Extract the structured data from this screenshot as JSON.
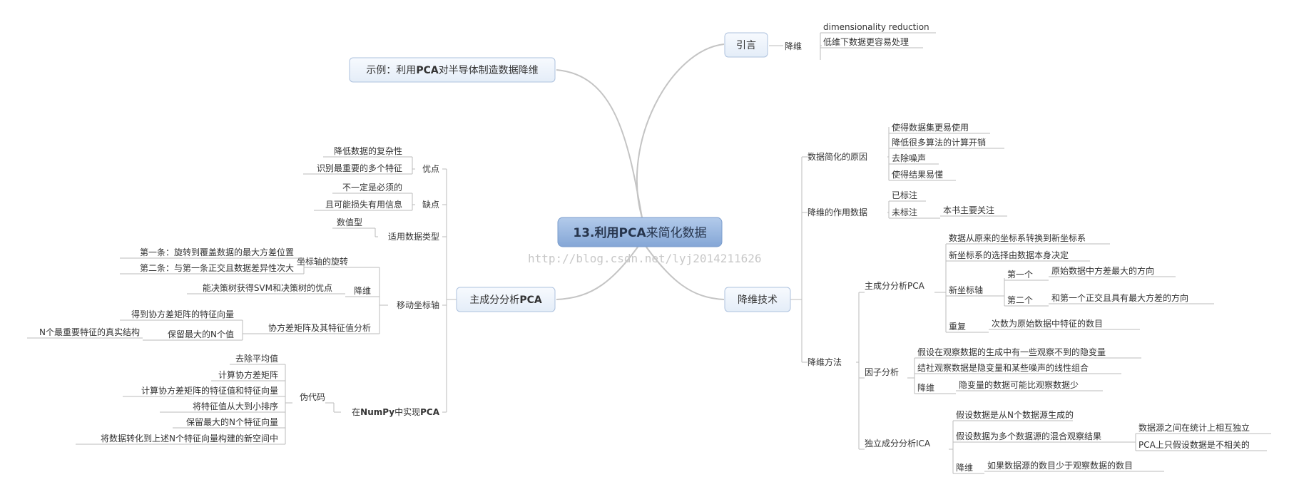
{
  "central": {
    "prefix": "13.利用",
    "bold": "PCA",
    "suffix": "来简化数据"
  },
  "watermark": "http://blog.csdn.net/lyj2014211626",
  "branches": {
    "intro": {
      "label": "引言",
      "sub": "降维",
      "items": [
        "dimensionality reduction",
        "低维下数据更容易处理"
      ]
    },
    "example": {
      "prefix": "示例：利用",
      "bold": "PCA",
      "suffix": "对半导体制造数据降维"
    },
    "tech": {
      "label": "降维技术",
      "reasons": {
        "label": "数据简化的原因",
        "items": [
          "使得数据集更易使用",
          "降低很多算法的计算开销",
          "去除噪声",
          "使得结果易懂"
        ]
      },
      "data_types": {
        "label": "降维的作用数据",
        "labeled": "已标注",
        "unlabeled": "未标注",
        "unlabeled_note": "本书主要关注"
      },
      "methods": {
        "label": "降维方法",
        "pca": {
          "label": "主成分分析PCA",
          "items": [
            "数据从原来的坐标系转换到新坐标系",
            "新坐标系的选择由数据本身决定"
          ],
          "axis": "新坐标轴",
          "first": "第一个",
          "first_note": "原始数据中方差最大的方向",
          "second": "第二个",
          "second_note": "和第一个正交且具有最大方差的方向",
          "repeat": "重复",
          "repeat_note": "次数为原始数据中特征的数目"
        },
        "fa": {
          "label": "因子分析",
          "items": [
            "假设在观察数据的生成中有一些观察不到的隐变量",
            "结社观察数据是隐变量和某些噪声的线性组合"
          ],
          "reduce": "降维",
          "reduce_note": "隐变量的数据可能比观察数据少"
        },
        "ica": {
          "label": "独立成分分析ICA",
          "item1": "假设数据是从N个数据源生成的",
          "item2": "假设数据为多个数据源的混合观察结果",
          "item2_notes": [
            "数据源之间在统计上相互独立",
            "PCA上只假设数据是不相关的"
          ],
          "reduce": "降维",
          "reduce_note": "如果数据源的数目少于观察数据的数目"
        }
      }
    },
    "pca": {
      "prefix": "主成分分析",
      "bold": "PCA",
      "pros": {
        "label": "优点",
        "items": [
          "降低数据的复杂性",
          "识别最重要的多个特征"
        ]
      },
      "cons": {
        "label": "缺点",
        "items": [
          "不一定是必须的",
          "且可能损失有用信息"
        ]
      },
      "types": {
        "label": "适用数据类型",
        "items": [
          "数值型"
        ]
      },
      "move": {
        "label": "移动坐标轴",
        "rotate": {
          "label": "坐标轴的旋转",
          "items": [
            "第一条：旋转到覆盖数据的最大方差位置",
            "第二条：与第一条正交且数据差异性次大"
          ]
        },
        "reduce": {
          "label": "降维",
          "items": [
            "能决策树获得SVM和决策树的优点"
          ]
        },
        "cov": {
          "label": "协方差矩阵及其特征值分析",
          "item1": "得到协方差矩阵的特征向量",
          "item2": "保留最大的N个值",
          "item2_note": "N个最重要特征的真实结构"
        }
      },
      "numpy": {
        "prefix": "在",
        "bold": "NumPy",
        "mid": "中实现",
        "bold2": "PCA",
        "pseudo": {
          "label": "伪代码",
          "items": [
            "去除平均值",
            "计算协方差矩阵",
            "计算协方差矩阵的特征值和特征向量",
            "将特征值从大到小排序",
            "保留最大的N个特征向量",
            "将数据转化到上述N个特征向量构建的新空间中"
          ]
        }
      }
    }
  }
}
